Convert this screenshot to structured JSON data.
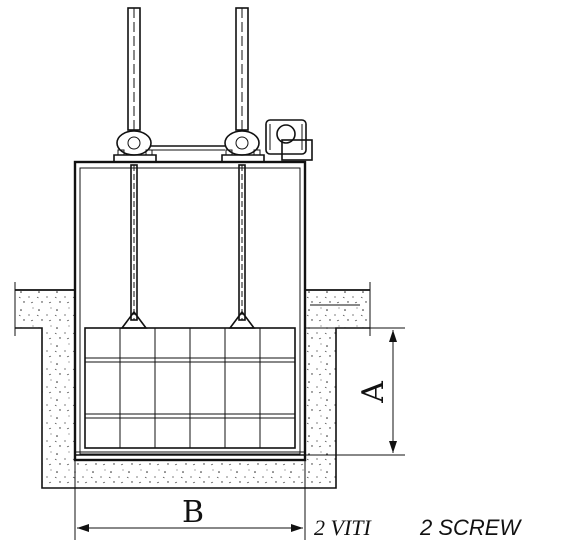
{
  "diagram": {
    "dimensions": {
      "height_label": "A",
      "width_label": "B"
    },
    "caption": {
      "italian": "2  VITI",
      "english": "2 SCREW"
    }
  }
}
